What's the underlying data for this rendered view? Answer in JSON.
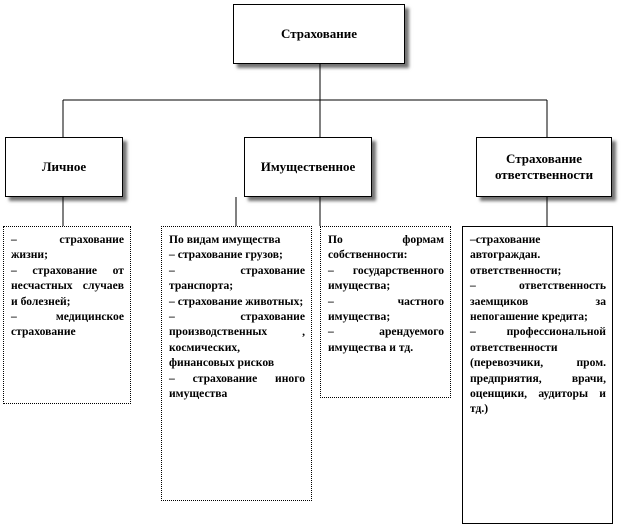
{
  "root": {
    "label": "Страхование"
  },
  "categories": [
    {
      "label": "Личное"
    },
    {
      "label": "Имущественное"
    },
    {
      "label": "Страхование ответственности"
    }
  ],
  "personal_list": [
    "– страхование жизни;",
    "– страхование от несчастных случаев и болезней;",
    "– медицинское страхование"
  ],
  "property_by_type": [
    "По видам имущества",
    "– страхование грузов;",
    "– страхование транспорта;",
    "– страхование животных;",
    "– страхование производственных , космических, финансовых рисков",
    "– страхование иного имущества"
  ],
  "property_by_ownership": [
    "По формам собственности:",
    "– государственного имущества;",
    "– частного имущества;",
    "– арендуемого имущества и тд."
  ],
  "liability_list": [
    "–страхование автограждан. ответственности;",
    "– ответственность заемщиков за непогашение кредита;",
    "– профессиональной ответственности (перевозчики, пром. предприятия, врачи, оценщики, аудиторы и тд.)"
  ]
}
